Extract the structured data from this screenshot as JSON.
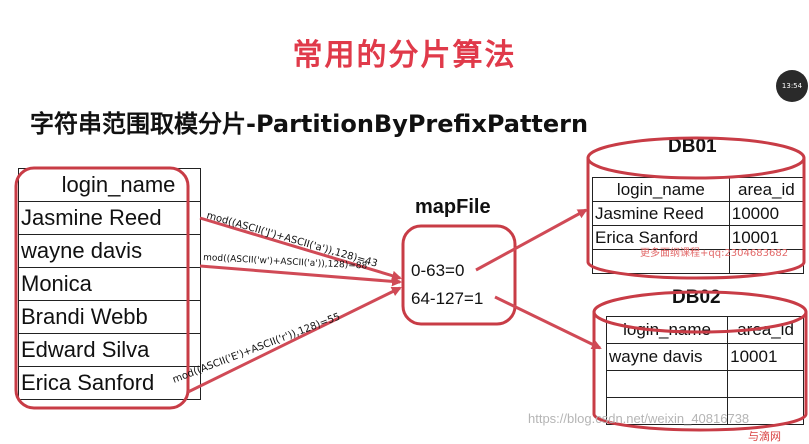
{
  "slide": {
    "title": "常用的分片算法",
    "subtitle": "字符串范围取模分片-PartitionByPrefixPattern",
    "clock_text": "13:54"
  },
  "source_table": {
    "header": "login_name",
    "rows": [
      "Jasmine Reed",
      "wayne davis",
      "Monica",
      "Brandi Webb",
      "Edward Silva",
      "Erica Sanford"
    ]
  },
  "formulas": [
    "mod((ASCII('J')+ASCII('a')),128)=43",
    "mod((ASCII('w')+ASCII('a')),128)=88",
    "mod((ASCII('E')+ASCII('r')),128)=55"
  ],
  "mapfile": {
    "label": "mapFile",
    "rows": [
      "0-63=0",
      "64-127=1"
    ]
  },
  "db01": {
    "name": "DB01",
    "columns": [
      "login_name",
      "area_id"
    ],
    "rows": [
      [
        "Jasmine Reed",
        "10000"
      ],
      [
        "Erica Sanford",
        "10001"
      ]
    ]
  },
  "db02": {
    "name": "DB02",
    "columns": [
      "login_name",
      "area_id"
    ],
    "rows": [
      [
        "wayne davis",
        "10001"
      ],
      [
        "",
        ""
      ],
      [
        "",
        ""
      ]
    ]
  },
  "watermarks": {
    "red_text": "更多面纲课程+qq:2304683682",
    "url": "https://blog.csdn.net/weixin_40816738",
    "logo_text": "与滴网"
  },
  "colors": {
    "accent_red": "#e03a4a",
    "outline_red": "#c83c46",
    "arrow_red": "#d04a56"
  }
}
